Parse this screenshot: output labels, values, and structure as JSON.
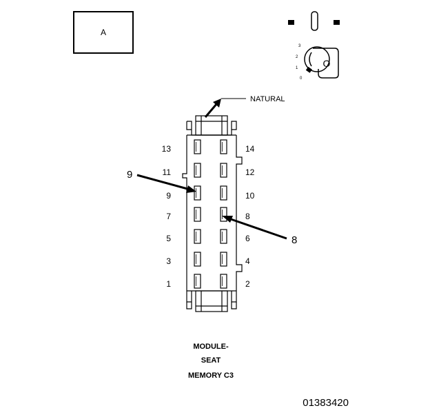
{
  "view_box_label": "A",
  "color_label": "NATURAL",
  "key_positions": [
    "3",
    "2",
    "1",
    "0"
  ],
  "key_letter": "O",
  "pins_left": [
    "13",
    "11",
    "9",
    "7",
    "5",
    "3",
    "1"
  ],
  "pins_right": [
    "14",
    "12",
    "10",
    "8",
    "6",
    "4",
    "2"
  ],
  "callout_left": "9",
  "callout_right": "8",
  "title_lines": [
    "MODULE-",
    "SEAT",
    "MEMORY C3"
  ],
  "figure_number": "01383420"
}
